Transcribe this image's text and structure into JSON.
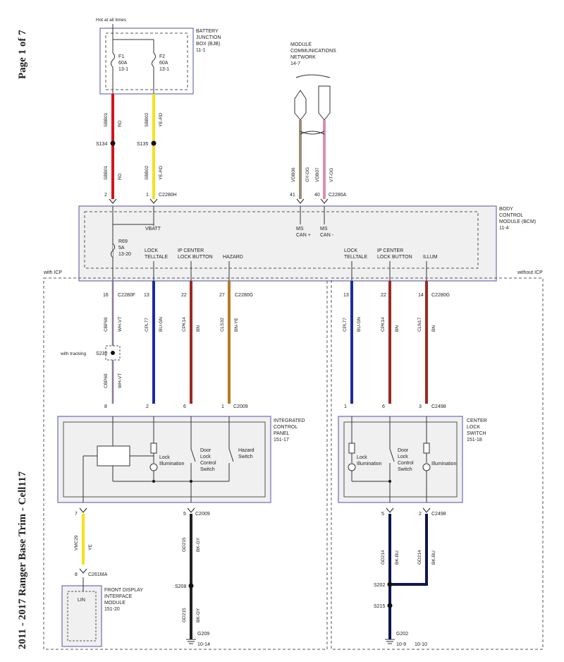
{
  "page_label": "Page 1 of 7",
  "doc_title": "2011 - 2017 Ranger Base Trim - Cell117",
  "labels": {
    "hot": "Hot at all times",
    "bjb": [
      "BATTERY",
      "JUNCTION",
      "BOX (BJB)",
      "11-1"
    ],
    "f1": [
      "F1",
      "60A",
      "13-1"
    ],
    "f2": [
      "F2",
      "60A",
      "13-1"
    ],
    "network": [
      "MODULE",
      "COMMUNICATIONS",
      "NETWORK",
      "14-7"
    ],
    "bcm": [
      "BODY",
      "CONTROL",
      "MODULE (BCM)",
      "11-4"
    ],
    "vbatt": "VBATT",
    "ms_can_plus": [
      "MS",
      "CAN +"
    ],
    "ms_can_minus": [
      "MS",
      "CAN -"
    ],
    "r69": [
      "R69",
      "5A",
      "13-20"
    ],
    "lock_telltale": [
      "LOCK",
      "TELLTALE"
    ],
    "ip_center": [
      "IP CENTER",
      "LOCK BUTTON"
    ],
    "hazard": "HAZARD",
    "illum": "ILLUM",
    "with_icp": "with ICP",
    "without_icp": "without ICP",
    "with_tracking": "with tracking",
    "icp": [
      "INTEGRATED",
      "CONTROL",
      "PANEL",
      "151-17"
    ],
    "cls": [
      "CENTER",
      "LOCK",
      "SWITCH",
      "151-18"
    ],
    "fdim": [
      "FRONT DISPLAY",
      "INTERFACE",
      "MODULE",
      "151-20"
    ],
    "lin": "LIN",
    "lock_illum": [
      "Lock",
      "Illumination"
    ],
    "illumination": "Illumination",
    "door_lock": [
      "Door",
      "Lock",
      "Control",
      "Switch"
    ],
    "hazard_sw": [
      "Hazard",
      "Switch"
    ]
  },
  "wires": {
    "sbb01": [
      "SBB01",
      "RD"
    ],
    "sbb02": [
      "SBB02",
      "YE-RD"
    ],
    "vdb06": [
      "VDB06",
      "GY-OG"
    ],
    "vdb07": [
      "VDB07",
      "VT-OG"
    ],
    "cbp69": [
      "CBP69",
      "WH-VT"
    ],
    "cpl77": [
      "CPL77",
      "BU-GN"
    ],
    "cpk14": [
      "CPK14",
      "BN"
    ],
    "cls32": [
      "CLS32",
      "BN-YE"
    ],
    "cln17": [
      "CLN17",
      "BN"
    ],
    "vmc29": [
      "VMC29",
      "YE"
    ],
    "gd215": [
      "GD215",
      "BK-GY"
    ],
    "gd214": [
      "GD214",
      "BK-BU"
    ]
  },
  "splices": {
    "s134": "S134",
    "s135": "S135",
    "s230": "S230",
    "s208": "S208",
    "s202": "S202",
    "s215": "S215"
  },
  "connectors": {
    "c2280h": "C2280H",
    "c2280a": "C2280A",
    "c2280f": "C2280F",
    "c2280g": "C2280G",
    "c2009": "C2009",
    "c2498": "C2498",
    "c261ma": "C261MA"
  },
  "pins": {
    "p2": "2",
    "p1": "1",
    "p41": "41",
    "p40": "40",
    "p16": "16",
    "p13": "13",
    "p22": "22",
    "p27": "27",
    "p14": "14",
    "p8": "8",
    "p6": "6",
    "p3": "3",
    "p7": "7",
    "p5": "5"
  },
  "grounds": {
    "g209": [
      "G209",
      "10-14"
    ],
    "g202": [
      "G202",
      "10-9"
    ],
    "ref_1010": "10-10"
  },
  "colors": {
    "red": "#d8121a",
    "yellow": "#f4e21a",
    "gray": "#9a8e78",
    "violet": "#d88fb0",
    "purple": "#8a7a9a",
    "blue": "#1e2aa0",
    "brown": "#9c2a22",
    "orange": "#b87a20",
    "black": "#222222",
    "navy": "#101450",
    "box_border": "#6d6db0",
    "dash": "#555555"
  }
}
